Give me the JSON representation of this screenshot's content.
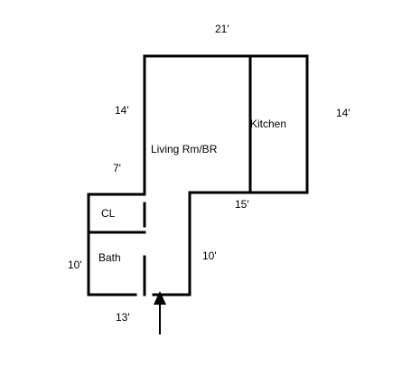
{
  "rooms": {
    "living": "Living Rm/BR",
    "kitchen": "Kitchen",
    "closet": "CL",
    "bath": "Bath"
  },
  "dimensions": {
    "top": "21'",
    "left_upper": "14'",
    "left_middle": "7'",
    "right": "14'",
    "step": "15'",
    "inner_right": "10'",
    "left_lower": "10'",
    "bottom": "13'"
  },
  "icons": {
    "entry": "arrow-up-icon"
  }
}
